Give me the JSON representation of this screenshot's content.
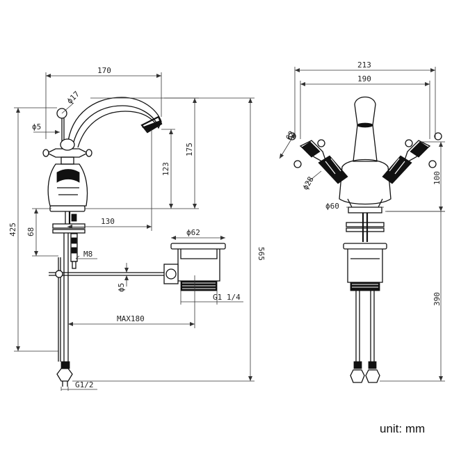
{
  "side_view": {
    "spout_width": "170",
    "spout_hole": "ϕ17",
    "lever_dia": "ϕ5",
    "spout_height": "175",
    "outlet_height": "123",
    "total_height": "425",
    "deck_height": "68",
    "reach_to_waste": "130",
    "waste_dia": "ϕ62",
    "rod_thread": "M8",
    "rod_dia": "ϕ5",
    "waste_thread": "G1 1/4",
    "max_length": "MAX180",
    "inlet_thread": "G1/2",
    "overall_height": "565"
  },
  "front_view": {
    "overall_width": "213",
    "handle_centers": "190",
    "handle_size": "62",
    "handle_dia": "ϕ28",
    "handle_height": "100",
    "base_dia": "ϕ60",
    "hose_length": "390"
  },
  "unit": "unit: mm"
}
